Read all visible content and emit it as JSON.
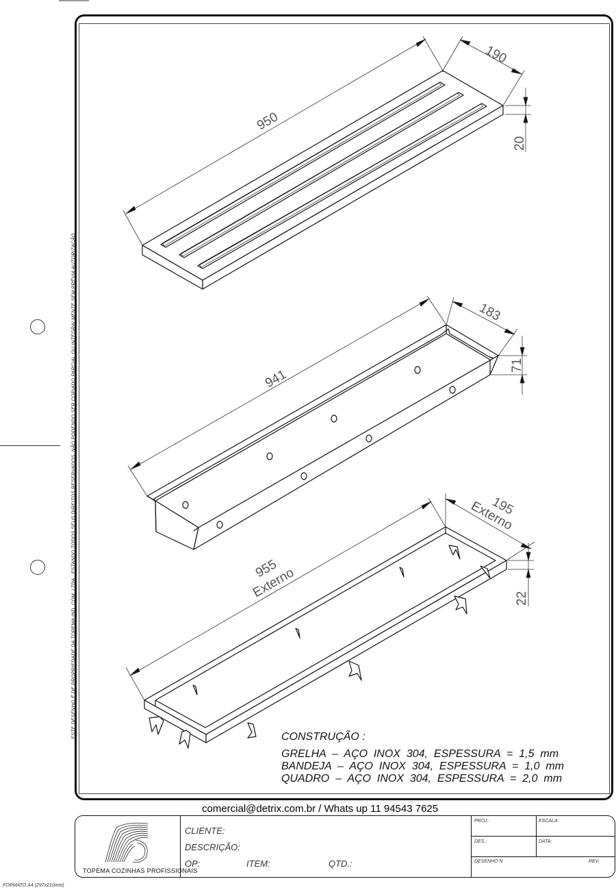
{
  "grelha": {
    "length_label": "950",
    "width_label": "190",
    "height_label": "20"
  },
  "bandeja": {
    "length_label": "941",
    "width_label": "183",
    "height_label": "71"
  },
  "quadro": {
    "length_label": "955",
    "length_sub": "Externo",
    "width_label": "195",
    "width_sub": "Externo",
    "height_label": "22"
  },
  "construction": {
    "title": "CONSTRUÇÃO :",
    "lines": [
      "GRELHA  –  AÇO  INOX  304,  ESPESSURA  =  1,5  mm",
      "BANDEJA  –  AÇO  INOX  304,  ESPESSURA  =  1,0  mm",
      "QUADRO  –  AÇO  INOX  304,  ESPESSURA  =  2,0  mm"
    ]
  },
  "side_notice": "ESTE DESENHO É DE PROPRIEDADE DA TOPEMA IND. COM. LTDA., ESTANDO TODOS SEUS DIREITOS RESERVADOS, NÃO PODENDO SER COPIADO PARCIAL OU INTEGRALMENTE SEM PRÉVIA AUTORIZAÇÃO",
  "contact": "comercial@detrix.com.br / Whats up 11 94543 7625",
  "title_block": {
    "company": "TOPEMA COZINHAS PROFISSIONAIS",
    "cliente": "CLIENTE:",
    "descricao": "DESCRIÇÃO:",
    "op": "OP:",
    "item": "ITEM:",
    "qtd": "QTD.:",
    "proj": "PROJ.:",
    "escala": "ESCALA:",
    "des": "DES.:",
    "data": "DATA:",
    "desenho_n": "DESENHO N",
    "rev": "REV."
  },
  "format_note": "FORMATO A4 (297x210mm)"
}
